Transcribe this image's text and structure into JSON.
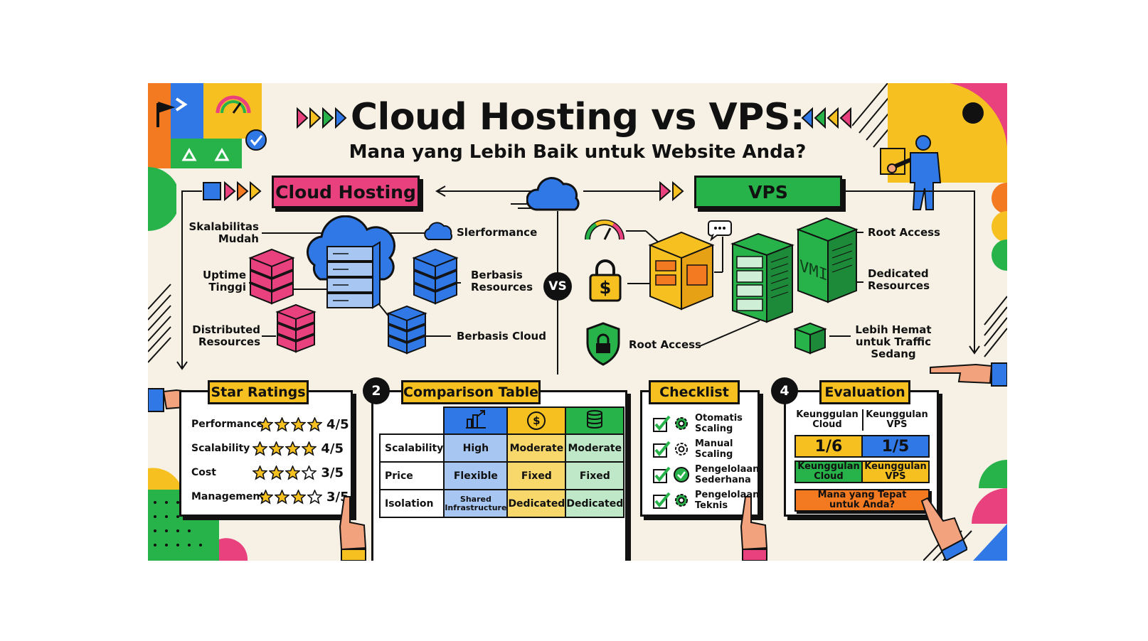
{
  "header": {
    "title": "Cloud Hosting vs VPS:",
    "subtitle": "Mana yang Lebih Baik untuk Website Anda?"
  },
  "banners": {
    "cloud": "Cloud Hosting",
    "vps": "VPS",
    "vs": "VS"
  },
  "cloud_features": {
    "skalabilitas": "Skalabilitas\nMudah",
    "uptime": "Uptime\nTinggi",
    "distributed": "Distributed\nResources",
    "performance": "Slerformance",
    "resources": "Berbasis\nResources",
    "berbasis_cloud": "Berbasis Cloud"
  },
  "vps_features": {
    "root_access_top": "Root Access",
    "dedicated": "Dedicated\nResources",
    "root_access_bottom": "Root Access",
    "hemat": "Lebih Hemat\nuntuk Traffic\nSedang",
    "vm_label": "VMI",
    "price_symbol": "$"
  },
  "star_ratings": {
    "title": "Star Ratings",
    "rows": [
      {
        "label": "Performance",
        "stars": 4,
        "value": "4/5"
      },
      {
        "label": "Scalability",
        "stars": 4,
        "value": "4/5"
      },
      {
        "label": "Cost",
        "stars": 3,
        "value": "3/5"
      },
      {
        "label": "Management",
        "stars": 3,
        "value": "3/5"
      }
    ]
  },
  "comparison": {
    "number": "2",
    "title": "Comparison Table",
    "header_symbol": "$",
    "rows": [
      {
        "label": "Scalability",
        "cloud": "High",
        "vps": "Moderate",
        "dedicated": "Moderate"
      },
      {
        "label": "Price",
        "cloud": "Flexible",
        "vps": "Fixed",
        "dedicated": "Fixed"
      },
      {
        "label": "Isolation",
        "cloud": "Shared\nInfrastructure",
        "vps": "Dedicated",
        "dedicated": "Dedicated"
      }
    ]
  },
  "checklist": {
    "title": "Checklist",
    "items": [
      {
        "label": "Otomatis\nScaling"
      },
      {
        "label": "Manual\nScaling"
      },
      {
        "label": "Pengelolaan\nSederhana"
      },
      {
        "label": "Pengelolaan\nTeknis"
      }
    ]
  },
  "evaluation": {
    "number": "4",
    "title": "Evaluation",
    "col_cloud": "Keunggulan\nCloud",
    "col_vps": "Keunggulan\nVPS",
    "score_cloud": "1/6",
    "score_vps": "1/5",
    "tag_cloud": "Keunggulan\nCloud",
    "tag_vps": "Keunggulan\nVPS",
    "cta": "Mana yang Tepat\nuntuk Anda?"
  },
  "colors": {
    "pink": "#e8417e",
    "green": "#27b24a",
    "yellow": "#f5c020",
    "blue": "#2f78e6",
    "orange": "#f47a22",
    "cream": "#f6f1e4"
  }
}
